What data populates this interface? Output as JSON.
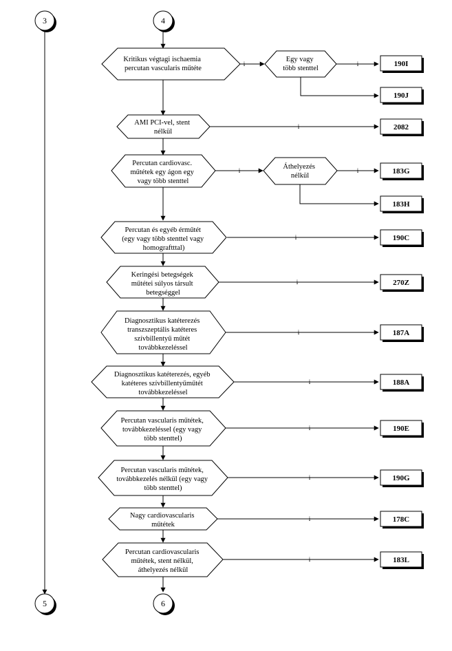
{
  "connectors": {
    "c3": "3",
    "c4": "4",
    "c5": "5",
    "c6": "6"
  },
  "decisions": [
    {
      "id": "d1",
      "lines": [
        "Kritikus végtagi ischaemia",
        "percutan vascularis műtéte"
      ]
    },
    {
      "id": "d1b",
      "lines": [
        "Egy vagy",
        "több stenttel"
      ]
    },
    {
      "id": "d2",
      "lines": [
        "AMI PCI-vel, stent",
        "nélkül"
      ]
    },
    {
      "id": "d3",
      "lines": [
        "Percutan cardiovasc.",
        "műtétek egy ágon egy",
        "vagy több stenttel"
      ]
    },
    {
      "id": "d3b",
      "lines": [
        "Áthelyezés",
        "nélkül"
      ]
    },
    {
      "id": "d4",
      "lines": [
        "Percutan és egyéb érműtét",
        "(egy vagy több stenttel vagy",
        "homograftttal)"
      ]
    },
    {
      "id": "d5",
      "lines": [
        "Keringési betegségek",
        "műtétei súlyos társult",
        "betegséggel"
      ]
    },
    {
      "id": "d6",
      "lines": [
        "Diagnosztikus katéterezés",
        "transzszeptális katéteres",
        "szívbillentyű műtét",
        "továbbkezeléssel"
      ]
    },
    {
      "id": "d7",
      "lines": [
        "Diagnosztikus katéterezés, egyéb",
        "katéteres szívbillentyűműtét",
        "továbbkezeléssel"
      ]
    },
    {
      "id": "d8",
      "lines": [
        "Percutan vascularis műtétek,",
        "továbbkezeléssel (egy vagy",
        "több stenttel)"
      ]
    },
    {
      "id": "d9",
      "lines": [
        "Percutan vascularis műtétek,",
        "továbbkezelés nélkül (egy vagy",
        "több stenttel)"
      ]
    },
    {
      "id": "d10",
      "lines": [
        "Nagy cardiovascularis",
        "műtétek"
      ]
    },
    {
      "id": "d11",
      "lines": [
        "Percutan cardiovascularis",
        "műtétek, stent nélkül,",
        "áthelyezés nélkül"
      ]
    }
  ],
  "outcomes": {
    "o190I": "190I",
    "o190J": "190J",
    "o2082": "2082",
    "o183G": "183G",
    "o183H": "183H",
    "o190C": "190C",
    "o270Z": "270Z",
    "o187A": "187A",
    "o188A": "188A",
    "o190E": "190E",
    "o190G": "190G",
    "o178C": "178C",
    "o183L": "183L"
  },
  "edge_labels": {
    "e1": "i",
    "e1b": "i",
    "e2": "i",
    "e3": "i",
    "e3b": "i",
    "e4": "i",
    "e5": "i",
    "e6": "i",
    "e7": "i",
    "e8": "i",
    "e9": "i",
    "e10": "i",
    "e11": "i"
  },
  "colors": {
    "stroke": "#000000",
    "background": "#ffffff",
    "shadow": "#000000"
  }
}
